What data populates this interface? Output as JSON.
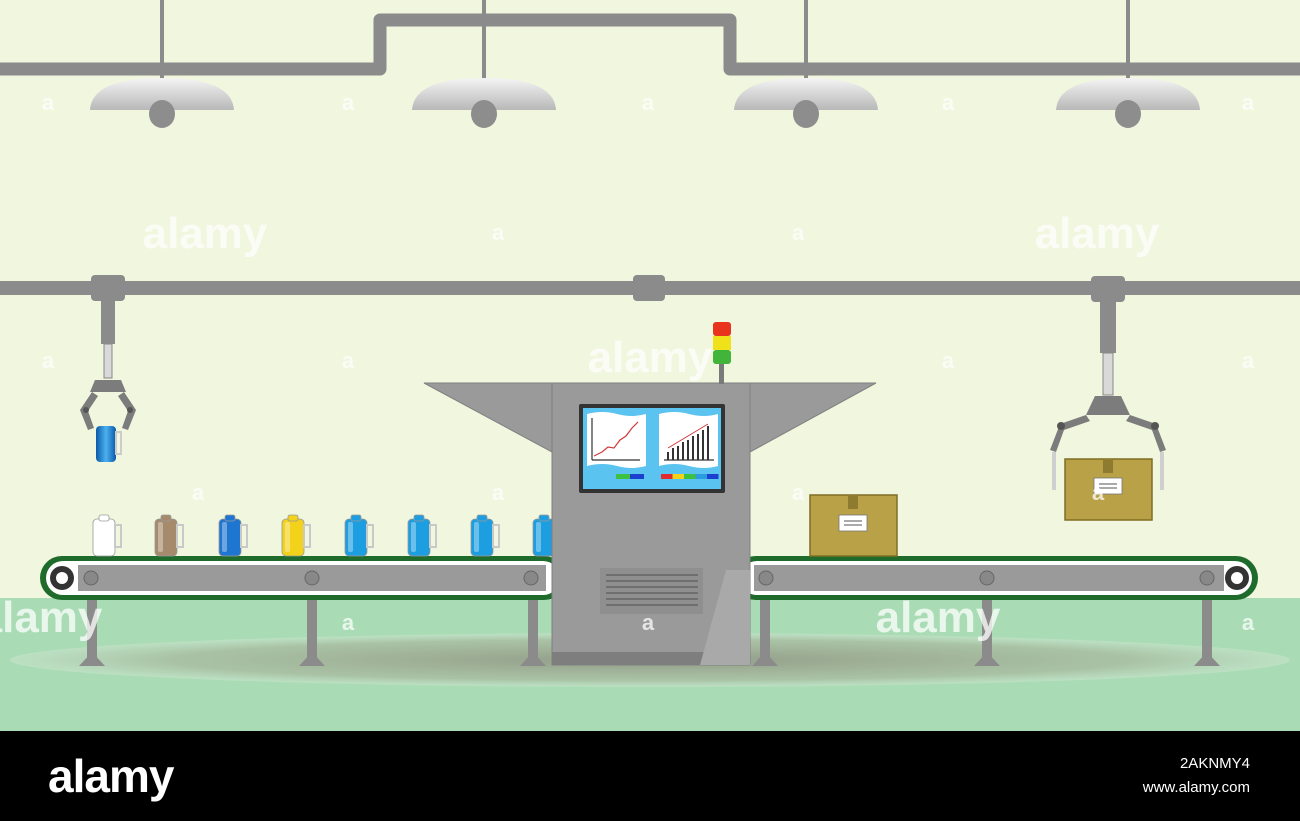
{
  "watermark": {
    "large_text": "alamy",
    "small_text": "a"
  },
  "footer": {
    "logo": "alamy",
    "image_id": "2AKNMY4",
    "site": "www.alamy.com"
  },
  "colors": {
    "wall": "#f1f6de",
    "floor": "#a9dcb4",
    "pipe": "#8b8b8b",
    "machine": "#9a9a9a",
    "belt_frame": "#1e6b2c",
    "box": "#b9a147",
    "screen_bg": "#5bc3f0"
  },
  "products": [
    {
      "name": "white",
      "color": "#ffffff"
    },
    {
      "name": "brown",
      "color": "#a58a6c"
    },
    {
      "name": "blue-dark",
      "color": "#1f76d1"
    },
    {
      "name": "yellow",
      "color": "#f3d21b"
    },
    {
      "name": "blue",
      "color": "#1c9ee0"
    },
    {
      "name": "blue",
      "color": "#1c9ee0"
    },
    {
      "name": "blue",
      "color": "#1c9ee0"
    },
    {
      "name": "blue",
      "color": "#1c9ee0"
    }
  ],
  "signal_light": [
    "#e8341c",
    "#f0e21a",
    "#41b43a"
  ],
  "screen_bars_left": [
    "#3ec13e",
    "#1b3fcf"
  ],
  "screen_bars_right": [
    "#e22b2b",
    "#f3d21b",
    "#3ec13e",
    "#2a9be0",
    "#1b3fcf"
  ]
}
